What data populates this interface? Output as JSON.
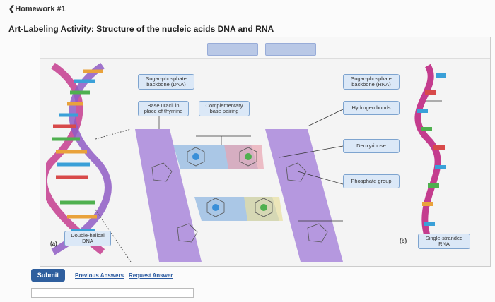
{
  "nav": {
    "back_label": "❮Homework #1"
  },
  "page": {
    "title": "Art-Labeling Activity: Structure of the nucleic acids DNA and RNA"
  },
  "labels": {
    "sugar_dna": "Sugar-phosphate backbone (DNA)",
    "sugar_rna": "Sugar-phosphate backbone (RNA)",
    "base_uracil": "Base uracil in place of thymine",
    "comp_pair": "Complementary base pairing",
    "hydrogen": "Hydrogen bonds",
    "deoxyribose": "Deoxyribose",
    "phosphate": "Phosphate group",
    "dsdna": "Double-helical DNA",
    "ssrna": "Single-stranded RNA",
    "part_a": "(a)",
    "part_b": "(b)"
  },
  "actions": {
    "submit": "Submit",
    "previous": "Previous Answers",
    "request": "Request Answer"
  }
}
